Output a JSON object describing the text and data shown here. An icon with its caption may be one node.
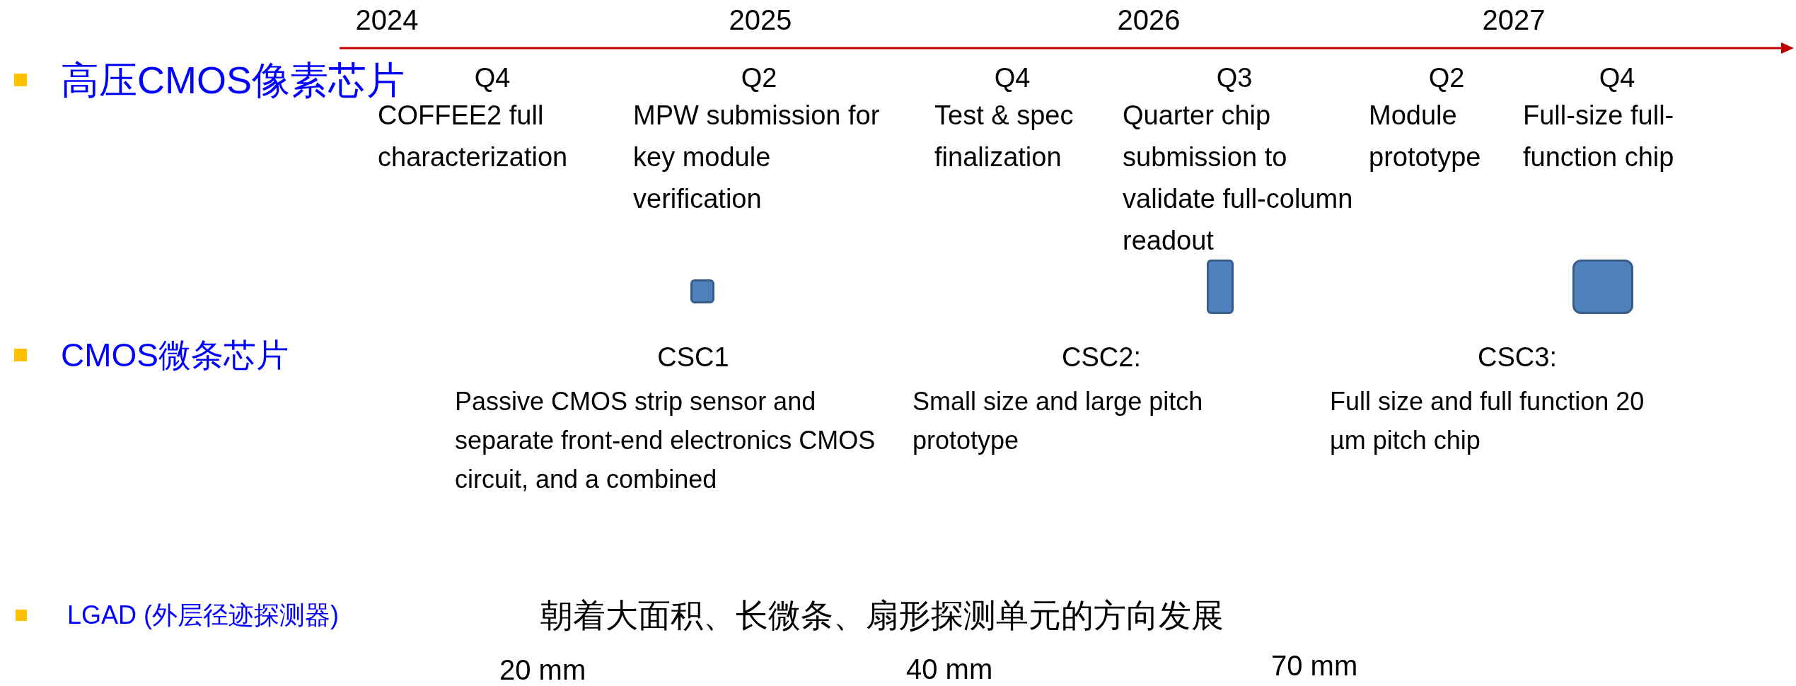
{
  "diagram": {
    "nodes": [
      {
        "text": [],
        "shape": "box"
      },
      {
        "text": [],
        "shape": "box"
      },
      {
        "text": [],
        "shape": "box"
      }
    ],
    "labels": [
      "2024",
      "2025",
      "2026",
      "2027",
      "高压CMOS像素芯片",
      "Q4",
      "COFFEE2 full characterization",
      "Q2",
      "MPW submission for key module verification",
      "Q4",
      "Test & spec finalization",
      "Q3",
      "Quarter chip submission to validate full-column readout",
      "Q2",
      "Module prototype",
      "Q4",
      "Full-size full-function chip",
      "CMOS微条芯片",
      "CSC1",
      "Passive CMOS strip sensor and separate front-end electronics CMOS circuit, and a combined",
      "CSC2:",
      "Small size and large pitch prototype",
      "CSC3:",
      "Full size and full function 20 µm pitch chip",
      "LGAD (外层径迹探测器)",
      "朝着大面积、长微条、扇形探测单元的方向发展",
      "20 mm",
      "40 mm",
      "70 mm"
    ]
  }
}
